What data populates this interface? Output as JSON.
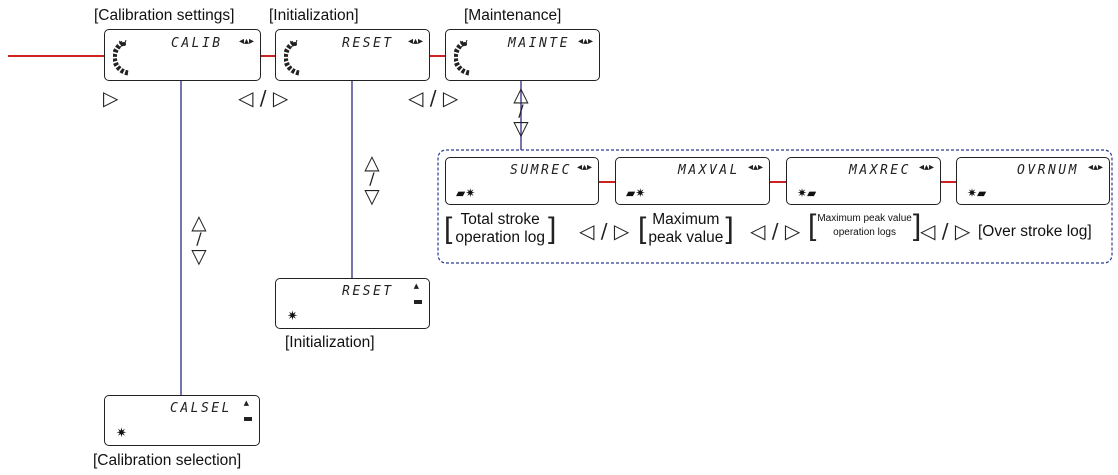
{
  "top_labels": {
    "calibration_settings": "[Calibration settings]",
    "initialization": "[Initialization]",
    "maintenance": "[Maintenance]"
  },
  "displays": {
    "calib": "CALIB",
    "reset": "RESET",
    "mainte": "MAINTE",
    "sumrec": "SUMREC",
    "maxval": "MAXVAL",
    "maxrec": "MAXREC",
    "ovrnum": "OVRNUM",
    "reset_sub": "RESET",
    "calsel": "CALSEL"
  },
  "bottom_labels": {
    "initialization": "[Initialization]",
    "calibration_selection": "[Calibration selection]"
  },
  "sub_labels": {
    "total_line1": "Total stroke",
    "total_line2": "operation log",
    "maxpeak_line1": "Maximum",
    "maxpeak_line2": "peak value",
    "maxpeakop_line1": "Maximum peak value",
    "maxpeakop_line2": "operation logs",
    "over_stroke": "[Over stroke log]"
  },
  "nav": {
    "right": "▷",
    "left_right": "◁ / ▷",
    "up": "△",
    "slash": "/",
    "down": "▽"
  },
  "colors": {
    "red_line": "#cc2222",
    "blue_line": "#3b3b8a",
    "dashed_border": "#2a3a8f"
  }
}
